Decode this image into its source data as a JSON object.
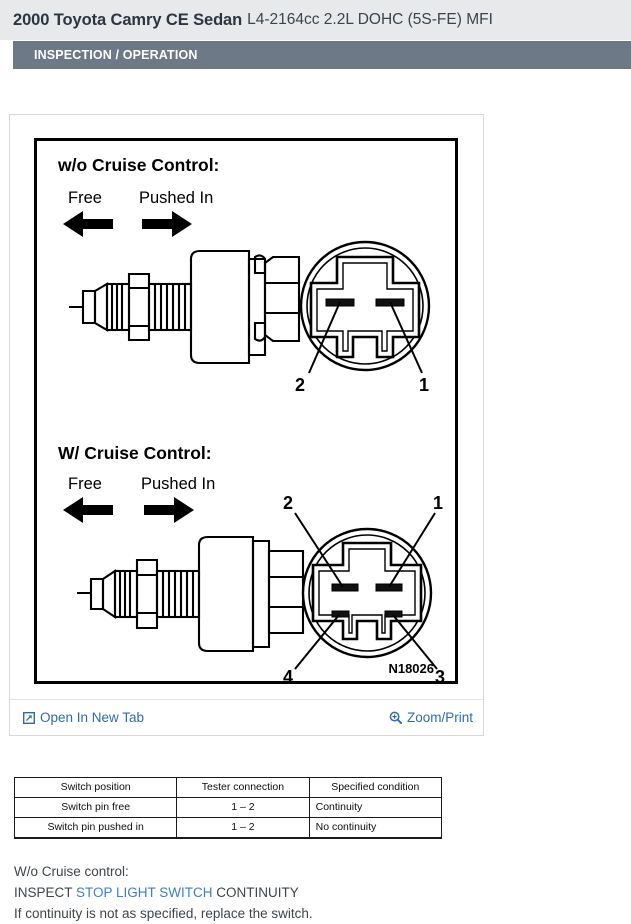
{
  "header": {
    "vehicle": "2000 Toyota Camry CE Sedan",
    "engine": "L4-2164cc 2.2L DOHC (5S-FE) MFI",
    "section": "INSPECTION / OPERATION",
    "bar_color": "#6d7986",
    "title_bg": "#e7e9eb"
  },
  "figure": {
    "panel_top": {
      "heading": "w/o Cruise Control:",
      "label_left": "Free",
      "label_right": "Pushed In",
      "terminal_labels": [
        "2",
        "1"
      ]
    },
    "panel_bottom": {
      "heading": "W/ Cruise Control:",
      "label_left": "Free",
      "label_right": "Pushed In",
      "terminal_labels": [
        "2",
        "1",
        "4",
        "3"
      ]
    },
    "figure_id": "N18026",
    "footer": {
      "open_new_tab": "Open In New Tab",
      "zoom_print": "Zoom/Print",
      "link_color": "#2f6ca8"
    }
  },
  "spec_table": {
    "headers": [
      "Switch  position",
      "Tester connection",
      "Specified condition"
    ],
    "rows": [
      [
        "Switch pin free",
        "1 – 2",
        "Continuity"
      ],
      [
        "Switch pin pushed in",
        "1 – 2",
        "No continuity"
      ]
    ]
  },
  "procedure": {
    "line1": "W/o Cruise control:",
    "line2_pre": "INSPECT ",
    "line2_link": "STOP LIGHT SWITCH",
    "line2_post": " CONTINUITY",
    "line3": "If continuity is not as specified, replace the switch.",
    "link_color": "#3c7fc4"
  }
}
